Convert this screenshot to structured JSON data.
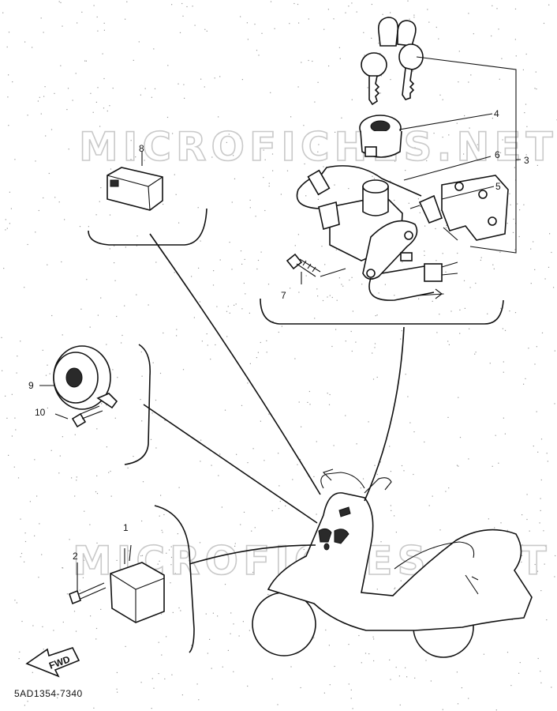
{
  "watermark": "MICROFICHES.NET",
  "diagram_code": "5AD1354-7340",
  "fwd_label": "FWD",
  "callouts": {
    "c1": "1",
    "c2": "2",
    "c3": "3",
    "c4": "4",
    "c5": "5",
    "c6": "6",
    "c7": "7",
    "c8": "8",
    "c9": "9",
    "c10": "10"
  }
}
